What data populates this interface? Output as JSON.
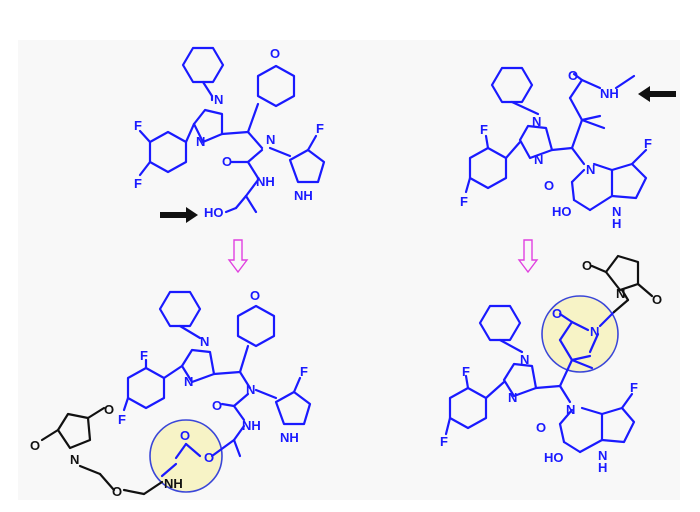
{
  "colors": {
    "structure": "#1a1aff",
    "linker": "#111111",
    "arrow_pink": "#e040e0",
    "highlight_fill": "#f7f3c6",
    "highlight_stroke": "#3a46d8",
    "background": "#f8f8f8"
  },
  "atoms": {
    "F": "F",
    "N": "N",
    "O": "O",
    "NH": "NH",
    "H": "H",
    "HO": "HO"
  }
}
